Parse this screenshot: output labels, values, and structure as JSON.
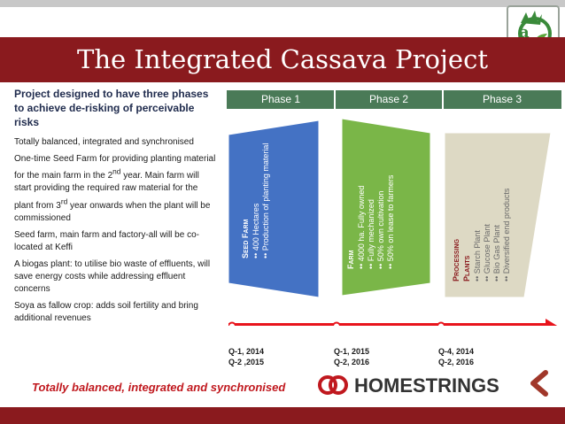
{
  "header": {
    "title": "The Integrated Cassava Project",
    "colors": {
      "accent": "#8a1a1e",
      "phase_tab": "#4a7a57"
    }
  },
  "left": {
    "intro": "Project designed to have three phases to achieve de-risking of perceivable risks",
    "paragraphs": [
      "Totally balanced, integrated and synchronised",
      "One-time Seed Farm for providing planting material for the main farm in the 2nd year. Main farm will start providing the required raw material for the plant from 3rd year onwards when the plant will be commissioned",
      "Seed farm, main farm and factory-all will be co-located at Keffi",
      "A biogas plant: to utilise bio waste of effluents, will save energy costs while addressing effluent concerns",
      "Soya as fallow crop: adds soil fertility and bring additional revenues"
    ]
  },
  "phases": [
    "Phase 1",
    "Phase 2",
    "Phase 3"
  ],
  "stages": [
    {
      "title": "Seed Farm",
      "color": "#4472c4",
      "bullets": [
        "400 Hectares",
        "Production of planting material"
      ]
    },
    {
      "title": "Farm",
      "color": "#7ab648",
      "bullets": [
        "4000 ha. Fully owned",
        "Fully mechanized",
        "50% own cultivation",
        "50% on lease to farmers"
      ]
    },
    {
      "title": "Processing Plants",
      "color": "#ddd9c4",
      "bullets": [
        "Starch Plant",
        "Glucose Plant",
        "Bio Gas Plant",
        "Diversified end products"
      ]
    }
  ],
  "dates": [
    [
      "Q-1, 2014",
      "Q-2 ,2015"
    ],
    [
      "Q-1, 2015",
      "Q-2, 2016"
    ],
    [
      "Q-4, 2014",
      "Q-2, 2016"
    ]
  ],
  "footer": {
    "tagline": "Totally balanced, integrated and synchronised",
    "brand": "HOMESTRINGS"
  }
}
